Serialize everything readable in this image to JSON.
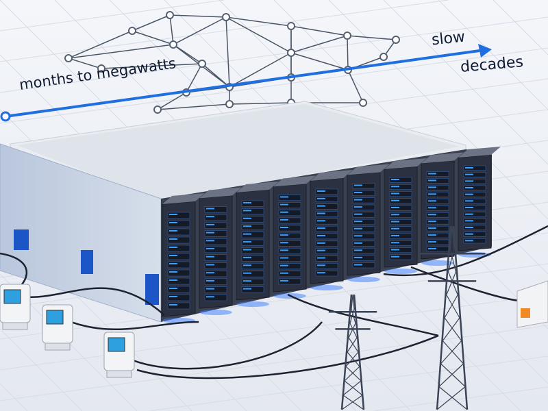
{
  "labels": {
    "timeline_start": "months to megawatts",
    "slow": "slow",
    "decades": "decades"
  },
  "colors": {
    "accent": "#1f6fe0",
    "rack": "#2b3140",
    "led": "#3aa0ff",
    "network": "#4a5566"
  },
  "rack_count": 9
}
